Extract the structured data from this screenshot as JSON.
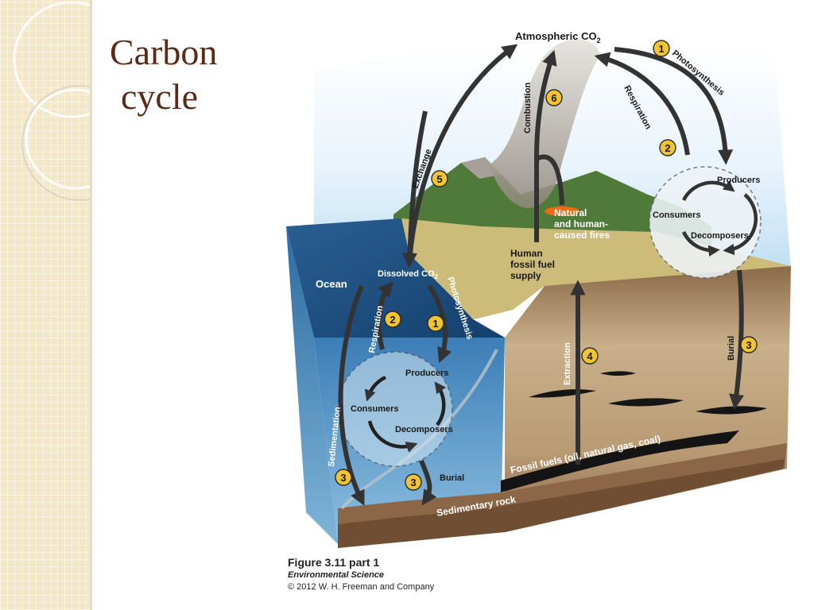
{
  "slide": {
    "title_line1": "Carbon",
    "title_line2": "cycle"
  },
  "diagram": {
    "atmosphere": {
      "label": "Atmospheric CO",
      "sub": "2"
    },
    "dissolved": {
      "label": "Dissolved CO",
      "sub": "2"
    },
    "ocean_label": "Ocean",
    "land_cycle": {
      "producers": "Producers",
      "consumers": "Consumers",
      "decomposers": "Decomposers"
    },
    "ocean_cycle": {
      "producers": "Producers",
      "consumers": "Consumers",
      "decomposers": "Decomposers"
    },
    "fires": {
      "line1": "Natural",
      "line2": "and human-",
      "line3": "caused fires"
    },
    "fossil_supply": {
      "line1": "Human",
      "line2": "fossil fuel",
      "line3": "supply"
    },
    "processes": {
      "photosynthesis_land": "Photosynthesis",
      "respiration_land": "Respiration",
      "combustion": "Combustion",
      "exchange": "Exchange",
      "respiration_ocean": "Respiration",
      "photosynthesis_ocean": "Photosynthesis",
      "sedimentation": "Sedimentation",
      "burial_ocean": "Burial",
      "burial_land": "Burial",
      "extraction": "Extraction"
    },
    "numbers": {
      "photosynthesis_land": "1",
      "respiration_land": "2",
      "combustion": "6",
      "exchange": "5",
      "respiration_ocean": "2",
      "photosynthesis_ocean": "1",
      "sedimentation": "3",
      "burial_ocean": "3",
      "burial_land": "3",
      "extraction": "4"
    },
    "fossil_fuels": "Fossil fuels (oil, natural gas, coal)",
    "sedimentary_rock": "Sedimentary rock"
  },
  "caption": {
    "line1": "Figure 3.11 part 1",
    "line2": "Environmental Science",
    "line3": "© 2012 W. H. Freeman and Company"
  },
  "colors": {
    "title": "#5a2a17",
    "badge": "#f2c431",
    "sidebar": "#f3e7c9"
  }
}
